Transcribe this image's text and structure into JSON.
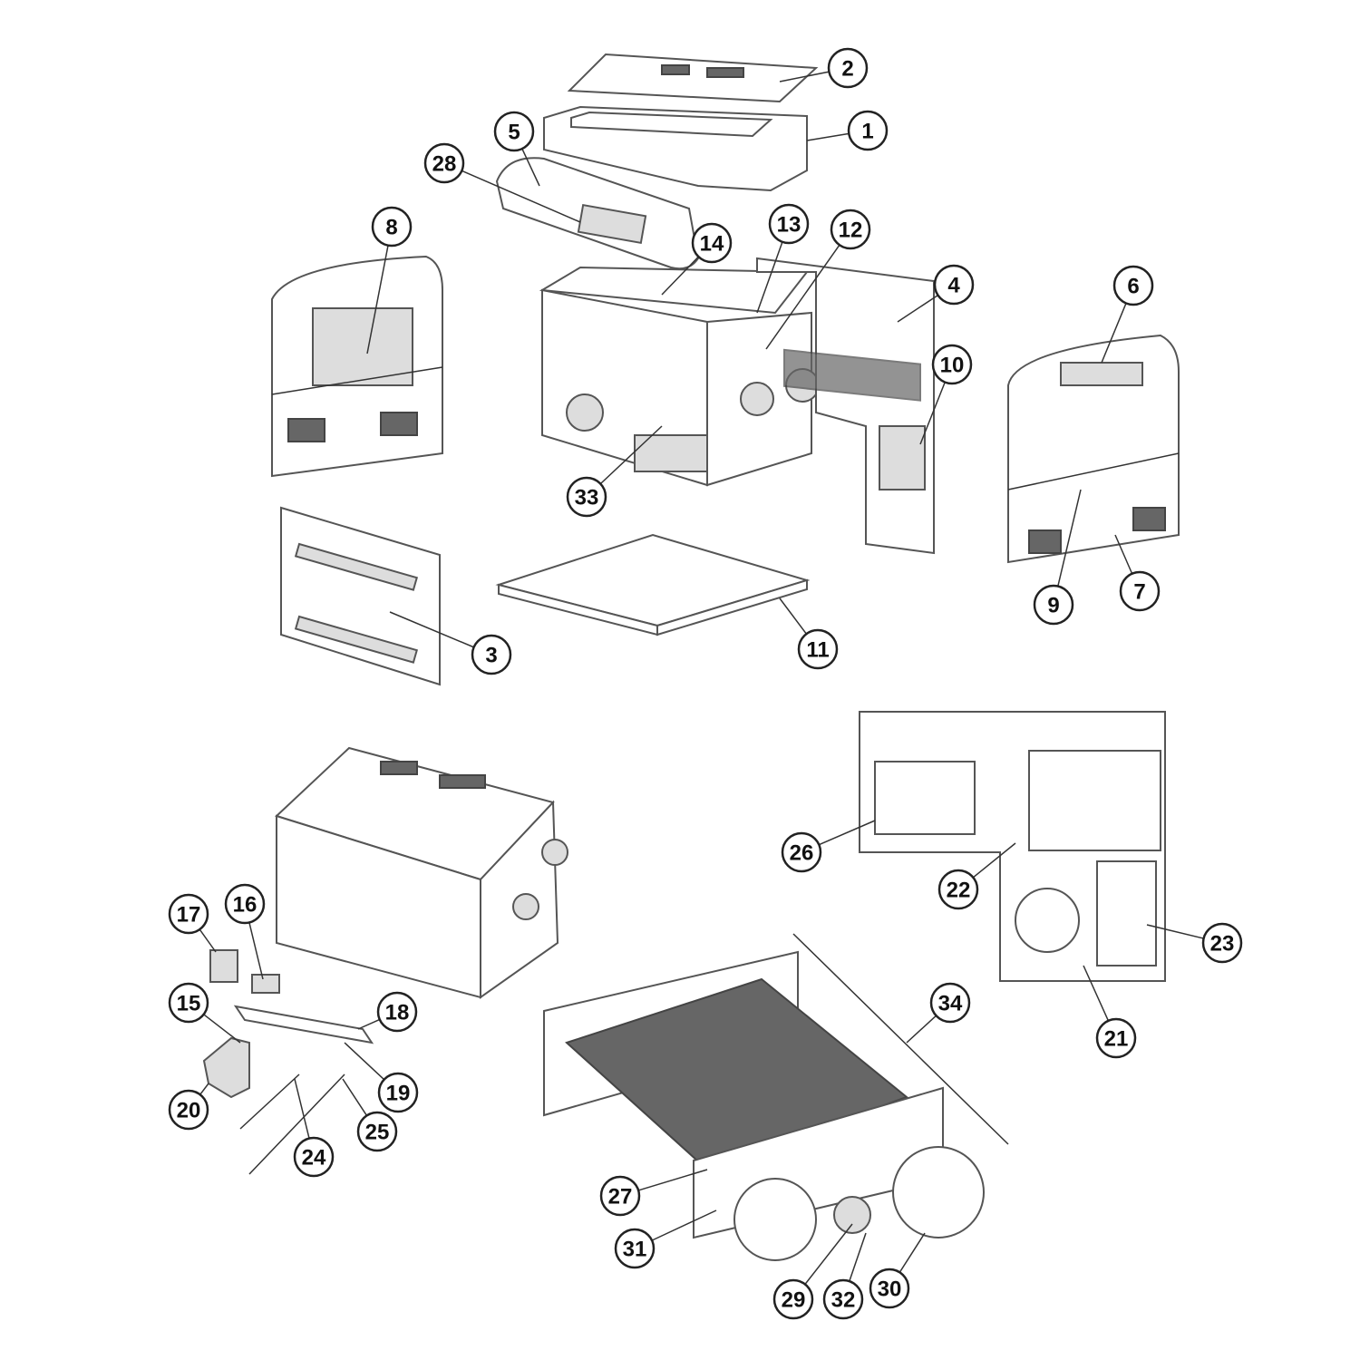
{
  "diagram": {
    "type": "exploded-parts-diagram",
    "callouts": [
      "1",
      "2",
      "3",
      "4",
      "5",
      "6",
      "7",
      "8",
      "9",
      "10",
      "11",
      "12",
      "13",
      "14",
      "15",
      "16",
      "17",
      "18",
      "19",
      "20",
      "21",
      "22",
      "23",
      "24",
      "25",
      "26",
      "27",
      "28",
      "29",
      "30",
      "31",
      "32",
      "33",
      "34"
    ]
  }
}
